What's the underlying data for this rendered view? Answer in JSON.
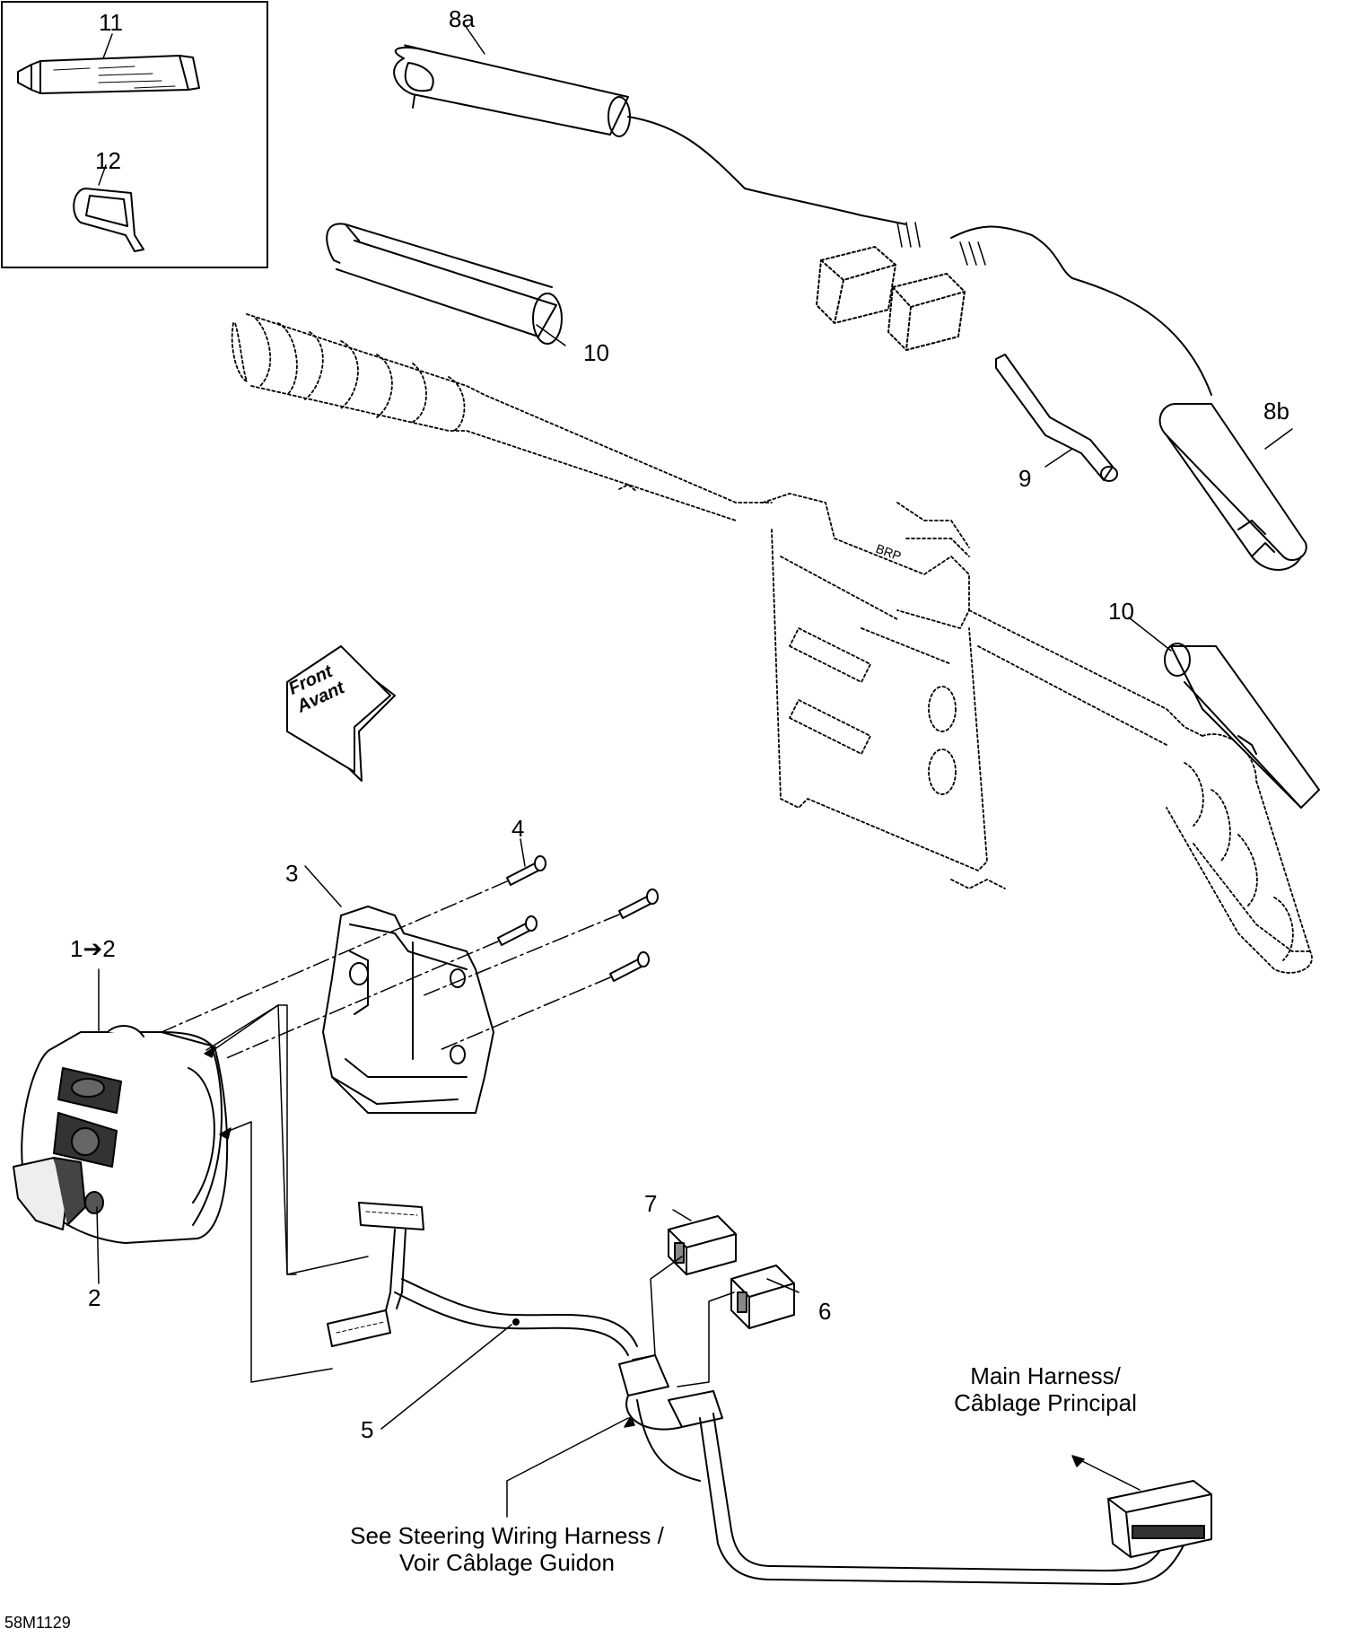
{
  "figure_code": "58M1129",
  "direction_arrow": {
    "line1": "Front",
    "line2": "Avant"
  },
  "callouts": {
    "c1": "1➔2",
    "c2": "2",
    "c3": "3",
    "c4": "4",
    "c5": "5",
    "c6": "6",
    "c7": "7",
    "c8a": "8a",
    "c8b": "8b",
    "c9": "9",
    "c10a": "10",
    "c10b": "10",
    "c11": "11",
    "c12": "12"
  },
  "notes": {
    "main_harness_line1": "Main Harness/",
    "main_harness_line2": "Câblage Principal",
    "steering_line1": "See Steering Wiring Harness /",
    "steering_line2": "Voir Câblage Guidon"
  }
}
